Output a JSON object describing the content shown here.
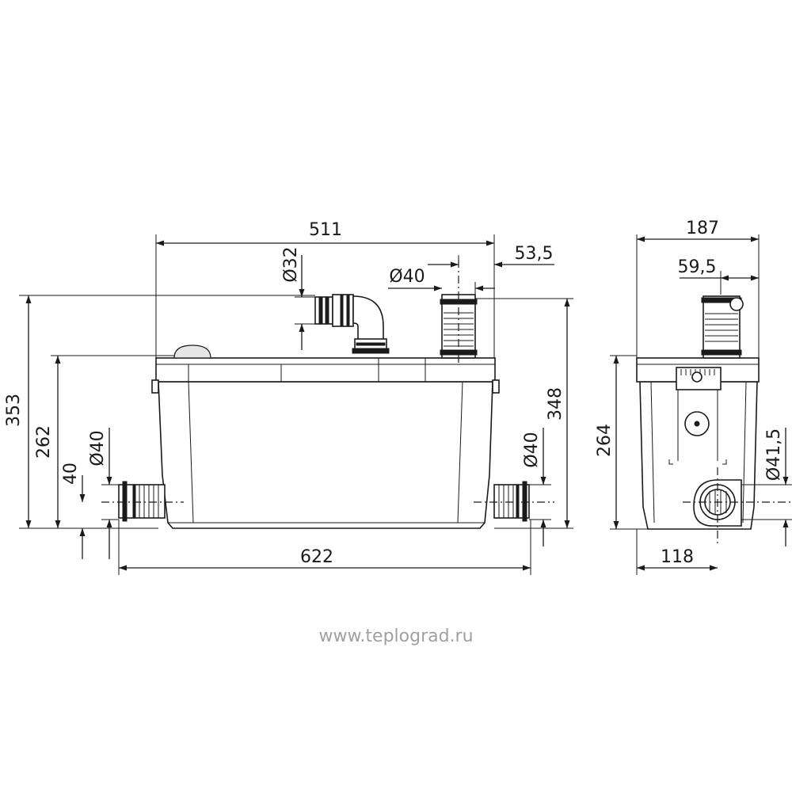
{
  "dimensions": {
    "front_width_top": "511",
    "offset_right": "53,5",
    "dia_outlet_top": "Ø40",
    "dia_inlet_top": "Ø32",
    "total_height": "353",
    "lid_height": "262",
    "inlet_height": "40",
    "dia_left": "Ø40",
    "dia_right": "Ø40",
    "right_height": "348",
    "total_width": "622",
    "side_width": "187",
    "side_offset": "59,5",
    "side_height": "264",
    "side_dia": "Ø41,5",
    "side_bottom": "118"
  },
  "watermark": "www.teplograd.ru"
}
